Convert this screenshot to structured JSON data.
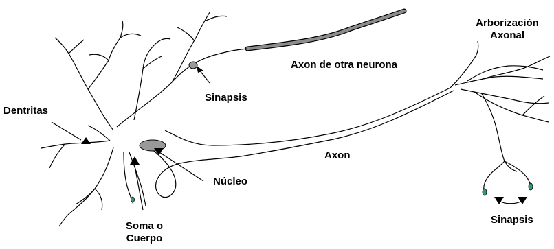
{
  "labels": {
    "axon_otra": "Axon de otra neurona",
    "sinapsis_top": "Sinapsis",
    "dentritas": "Dentritas",
    "axon": "Axon",
    "nucleo": "Núcleo",
    "soma_line1": "Soma o",
    "soma_line2": "Cuerpo",
    "arborizacion_line1": "Arborización",
    "arborizacion_line2": "Axonal",
    "sinapsis_bottom": "Sinapsis"
  },
  "colors": {
    "ink": "#000000",
    "nucleus_fill": "#999999",
    "other_axon_fill": "#8c8c8c",
    "synapse_terminal_green": "#2f9c78"
  }
}
